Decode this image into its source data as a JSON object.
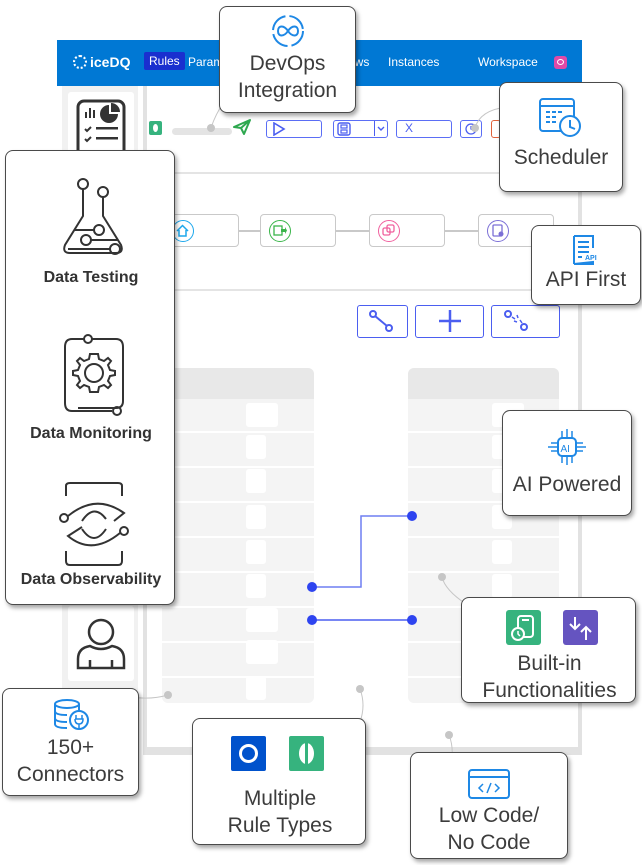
{
  "navbar": {
    "logo": "iceDQ",
    "items": [
      "Rules",
      "Param",
      "ows",
      "Instances",
      "Workspace"
    ],
    "active_item": "Rules",
    "brand_color": "#0078d4",
    "active_color": "#1a2fcf",
    "chat_badge_color": "#e14aa8"
  },
  "toolbar": {
    "buttons": [
      "run-icon",
      "save-icon",
      "close-icon",
      "history-icon"
    ],
    "close_label": "X"
  },
  "workflow_steps": [
    {
      "icon": "home-icon",
      "color": "#1ca7ec"
    },
    {
      "icon": "export-list-icon",
      "color": "#3ab54a"
    },
    {
      "icon": "overlap-icon",
      "color": "#f0609e"
    },
    {
      "icon": "report-check-icon",
      "color": "#7b6fd6"
    }
  ],
  "mapping_actions": [
    "link-icon",
    "add-icon",
    "unlink-icon"
  ],
  "callouts": {
    "devops": "DevOps Integration",
    "devops_line1": "DevOps",
    "devops_line2": "Integration",
    "scheduler": "Scheduler",
    "api_first": "API First",
    "ai_powered": "AI Powered",
    "builtin_line1": "Built-in",
    "builtin_line2": "Functionalities",
    "connectors_line1": "150+",
    "connectors_line2": "Connectors",
    "rule_types_line1": "Multiple",
    "rule_types_line2": "Rule Types",
    "lowcode_line1": "Low Code/",
    "lowcode_line2": "No Code"
  },
  "feature_panel": {
    "items": [
      {
        "label": "Data Testing",
        "icon": "flask-icon"
      },
      {
        "label": "Data Monitoring",
        "icon": "gear-monitor-icon"
      },
      {
        "label": "Data Observability",
        "icon": "eye-observe-icon"
      }
    ]
  },
  "colors": {
    "accent_blue": "#2e44f0",
    "icon_blue": "#1e88e5",
    "rule_blue": "#0052cc",
    "rule_green": "#36b37e",
    "builtin_purple": "#6554c0"
  }
}
